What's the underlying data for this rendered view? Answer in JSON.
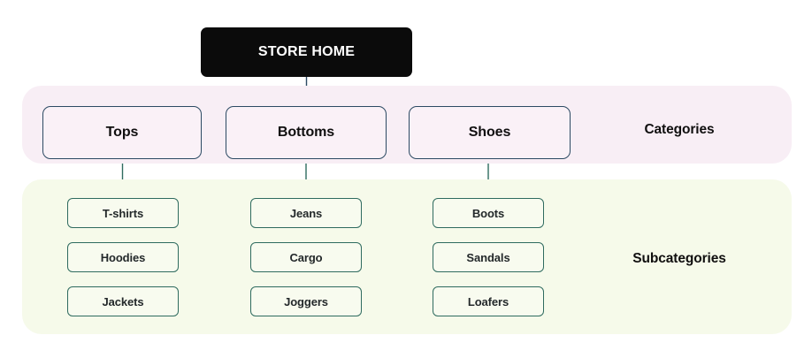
{
  "diagram": {
    "root": {
      "label": "STORE HOME"
    },
    "bands": [
      {
        "id": "categories",
        "label": "Categories",
        "background": "#f8eef5"
      },
      {
        "id": "subcategories",
        "label": "Subcategories",
        "background": "#f6faea"
      }
    ],
    "categories": [
      {
        "label": "Tops",
        "subcategories": [
          "T-shirts",
          "Hoodies",
          "Jackets"
        ]
      },
      {
        "label": "Bottoms",
        "subcategories": [
          "Jeans",
          "Cargo",
          "Joggers"
        ]
      },
      {
        "label": "Shoes",
        "subcategories": [
          "Boots",
          "Sandals",
          "Loafers"
        ]
      }
    ],
    "colors": {
      "root_fill": "#0b0b0b",
      "root_text": "#ffffff",
      "category_border": "#2c4a63",
      "category_fill": "#faf1f7",
      "subcategory_border": "#2f6b5f",
      "subcategory_fill": "#f8fbef",
      "connector_upper": "#2c4a63",
      "connector_lower": "#2f6b5f",
      "text": "#100f0f"
    }
  }
}
